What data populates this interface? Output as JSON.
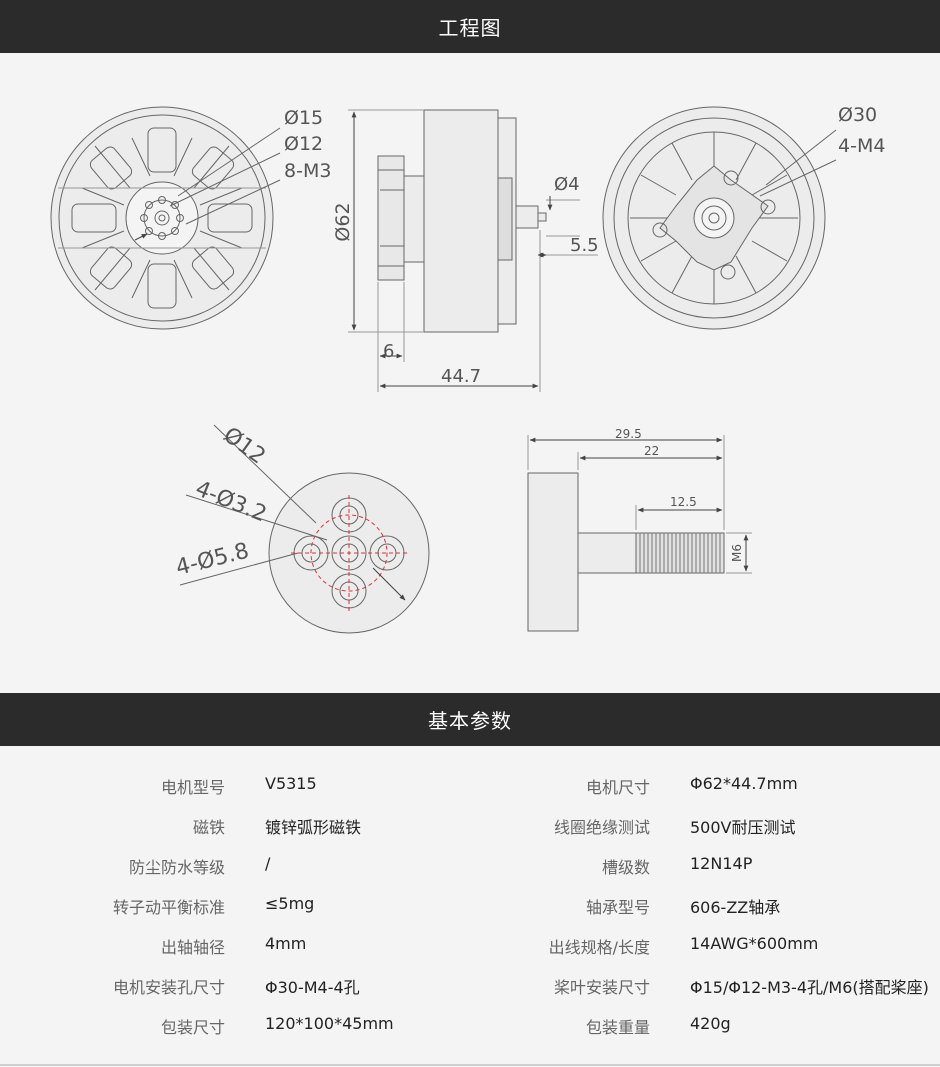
{
  "section_titles": {
    "drawing": "工程图",
    "params": "基本参数"
  },
  "dimensions": {
    "d15": "Ø15",
    "d12": "Ø12",
    "m3": "8-M3",
    "d62": "Ø62",
    "d4": "Ø4",
    "l55": "5.5",
    "l6": "6",
    "l447": "44.7",
    "d30": "Ø30",
    "m4": "4-M4",
    "prop_d12": "Ø12",
    "prop_d32": "4-Ø3.2",
    "prop_d58": "4-Ø5.8",
    "l295": "29.5",
    "l22": "22",
    "l125": "12.5",
    "m6": "M6"
  },
  "specs": [
    {
      "label": "电机型号",
      "value": "V5315",
      "label2": "电机尺寸",
      "value2": "Φ62*44.7mm"
    },
    {
      "label": "磁铁",
      "value": "镀锌弧形磁铁",
      "label2": "线圈绝缘测试",
      "value2": "500V耐压测试"
    },
    {
      "label": "防尘防水等级",
      "value": "/",
      "label2": "槽级数",
      "value2": "12N14P"
    },
    {
      "label": "转子动平衡标准",
      "value": "≤5mg",
      "label2": "轴承型号",
      "value2": "606-ZZ轴承"
    },
    {
      "label": "出轴轴径",
      "value": "4mm",
      "label2": "出线规格/长度",
      "value2": "14AWG*600mm"
    },
    {
      "label": "电机安装孔尺寸",
      "value": "Φ30-M4-4孔",
      "label2": "桨叶安装尺寸",
      "value2": "Φ15/Φ12-M3-4孔/M6(搭配桨座)"
    },
    {
      "label": "包装尺寸",
      "value": "120*100*45mm",
      "label2": "包装重量",
      "value2": "420g"
    }
  ]
}
